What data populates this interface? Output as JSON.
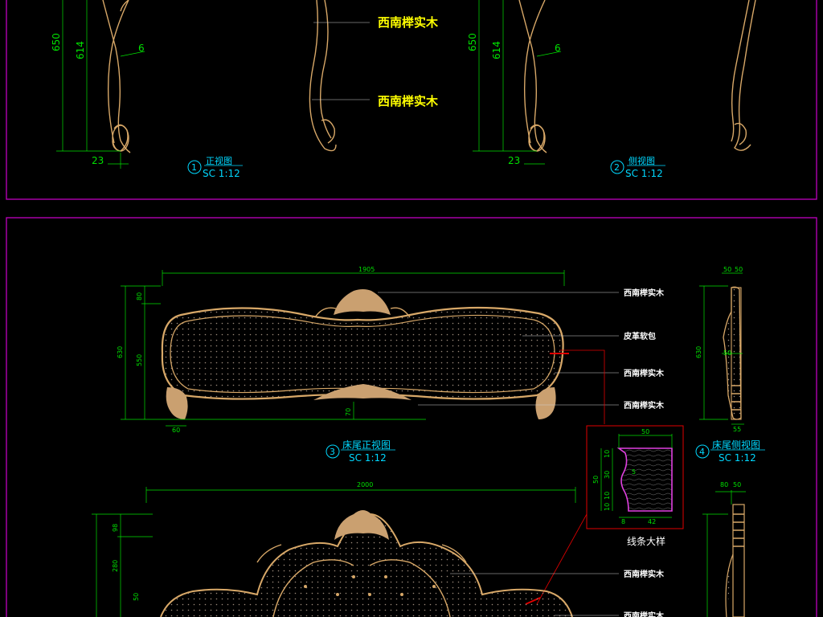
{
  "top": {
    "dims": [
      "650",
      "614",
      "6",
      "23",
      "650",
      "614",
      "6",
      "23"
    ],
    "labels": [
      "西南榉实木",
      "西南榉实木"
    ],
    "views": [
      {
        "num": "1",
        "name": "正视图",
        "scale": "SC  1:12"
      },
      {
        "num": "2",
        "name": "侧视图",
        "scale": "SC  1:12"
      }
    ]
  },
  "headboard_front": {
    "dims": [
      "1905",
      "80",
      "630",
      "550",
      "60",
      "70"
    ],
    "labels": [
      "西南榉实木",
      "皮革软包",
      "西南榉实木",
      "西南榉实木"
    ],
    "view": {
      "num": "3",
      "name": "床尾正视图",
      "scale": "SC  1:12"
    }
  },
  "headboard_side": {
    "dims": [
      "50",
      "50",
      "630",
      "50",
      "55"
    ],
    "view": {
      "num": "4",
      "name": "床尾侧视图",
      "scale": "SC  1:12"
    }
  },
  "detail": {
    "dims": [
      "50",
      "10",
      "30",
      "10",
      "10",
      "50",
      "5",
      "8",
      "42"
    ],
    "caption": "线条大样"
  },
  "bed_front": {
    "dims": [
      "2000",
      "98",
      "280",
      "50"
    ],
    "labels": [
      "西南榉实木",
      "西南榉实木"
    ]
  },
  "bed_side": {
    "dims": [
      "80",
      "50"
    ]
  },
  "colors": {
    "frame": "#c000c0",
    "dims": "#00e000",
    "titles": "#00d8ff",
    "labels": "#ffff00",
    "wood": "#d8a868",
    "callout": "#e00000"
  }
}
